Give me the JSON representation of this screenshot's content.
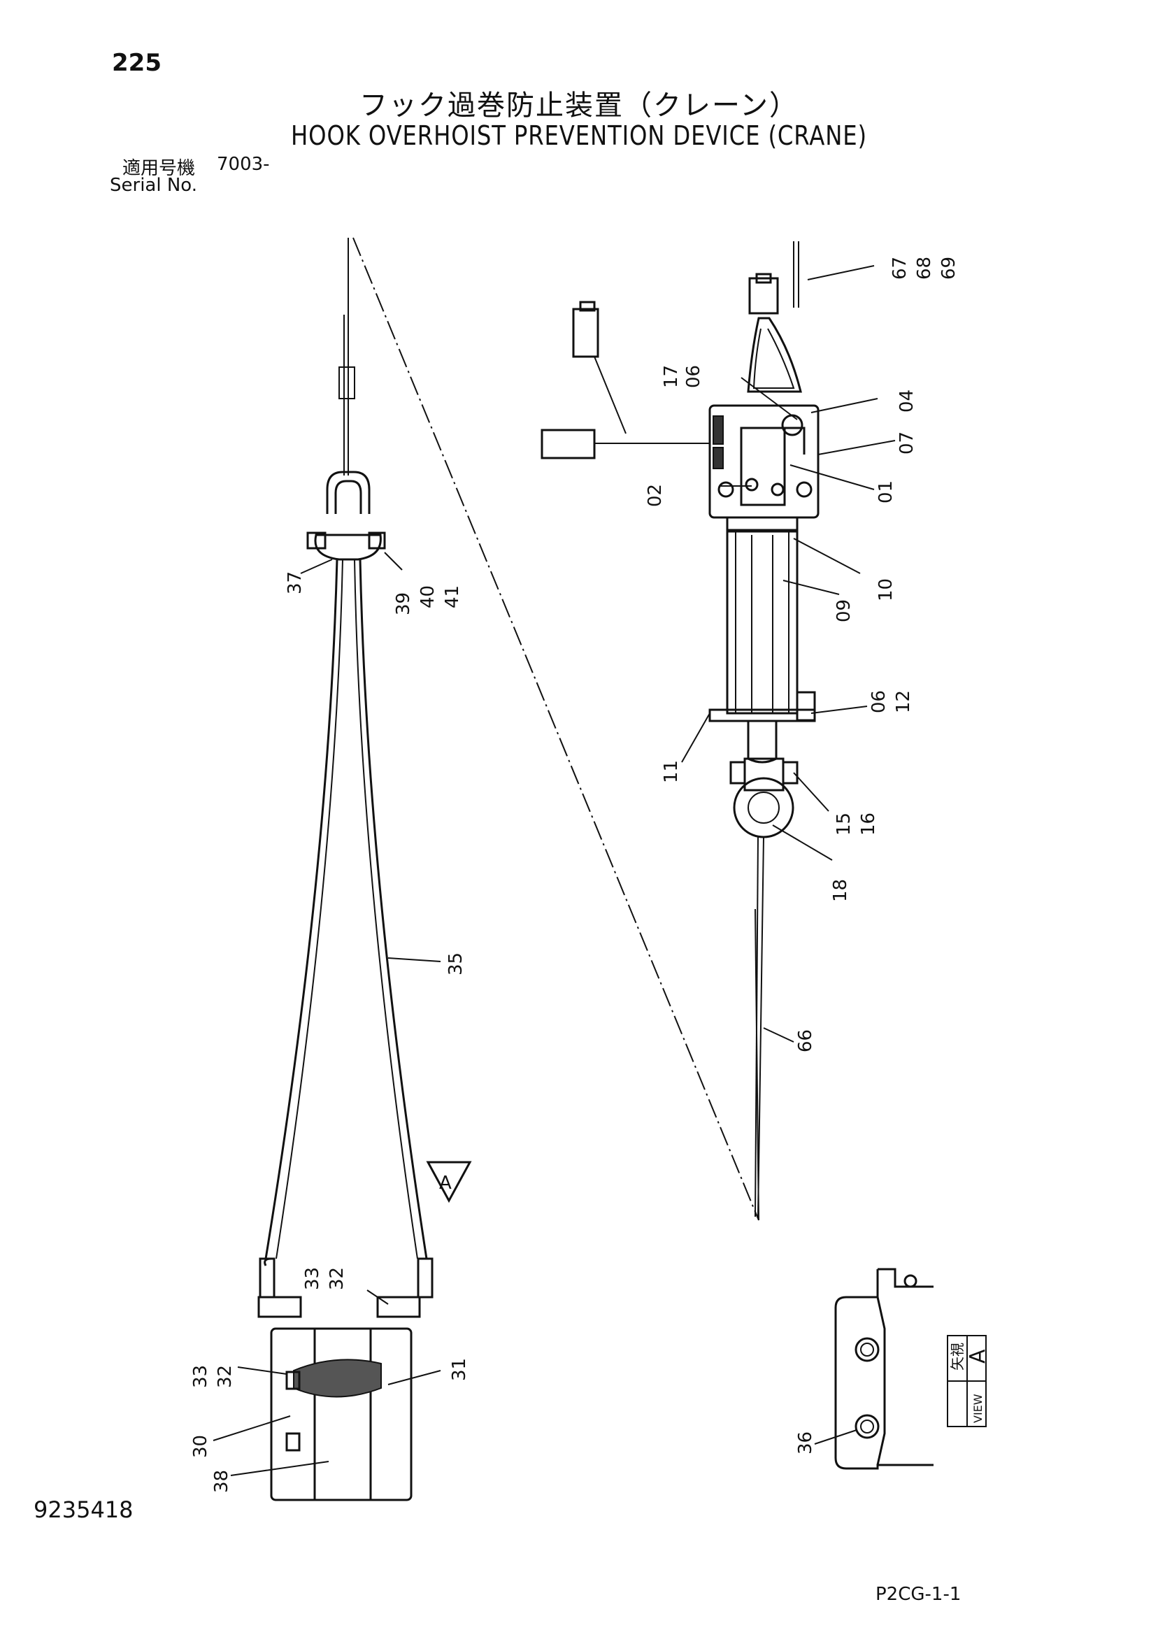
{
  "header": {
    "page_number": "225",
    "title_jp": "フック過巻防止装置（クレーン）",
    "title_en": "HOOK OVERHOIST PREVENTION DEVICE (CRANE)",
    "serial_label_jp": "適用号機",
    "serial_value": "7003-",
    "serial_label_en": "Serial No."
  },
  "callouts": [
    "67",
    "68",
    "69",
    "17",
    "06",
    "04",
    "07",
    "02",
    "01",
    "10",
    "09",
    "06",
    "12",
    "11",
    "15",
    "16",
    "18",
    "66",
    "35",
    "37",
    "39",
    "40",
    "41",
    "33",
    "32",
    "33",
    "32",
    "31",
    "30",
    "38",
    "36"
  ],
  "view_marker": {
    "letter": "A",
    "label_jp": "矢視",
    "label_en": "VIEW"
  },
  "footer": {
    "doc_number": "9235418",
    "ref_code": "P2CG-1-1"
  }
}
